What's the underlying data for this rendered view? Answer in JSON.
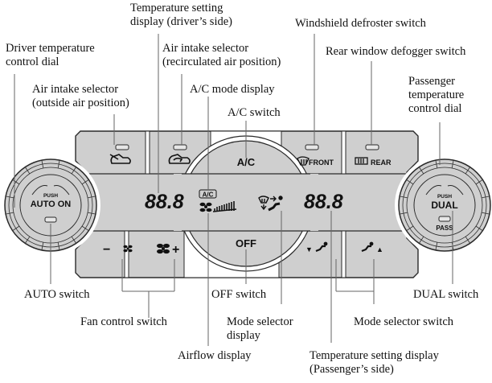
{
  "diagram": {
    "title": "Climate control panel",
    "colors": {
      "panel": "#cfcfcf",
      "outline": "#2a2a2a",
      "leader": "#666666",
      "background": "#ffffff"
    },
    "labels": {
      "temp_driver_display": [
        "Temperature setting",
        "display (driver’s side)"
      ],
      "driver_dial": [
        "Driver temperature",
        "control dial"
      ],
      "recirc_selector": [
        "Air intake selector",
        "(recirculated air position)"
      ],
      "outside_selector": [
        "Air intake selector",
        "(outside air position)"
      ],
      "ac_mode_display": "A/C mode display",
      "ac_switch": "A/C switch",
      "windshield_defroster": "Windshield defroster switch",
      "rear_defogger": "Rear window defogger switch",
      "passenger_dial": [
        "Passenger",
        "temperature",
        "control dial"
      ],
      "auto_switch": "AUTO switch",
      "fan_control": "Fan control switch",
      "off_switch": "OFF switch",
      "mode_selector_display": [
        "Mode selector",
        "display"
      ],
      "mode_selector_switch": "Mode selector switch",
      "dual_switch": "DUAL switch",
      "airflow_display": "Airflow display",
      "temp_passenger_display": [
        "Temperature setting display",
        "(Passenger’s side)"
      ]
    },
    "panel": {
      "left_dial": {
        "push": "PUSH",
        "main": "AUTO ON"
      },
      "right_dial": {
        "push": "PUSH",
        "main": "DUAL",
        "sub": "PASS"
      },
      "ac_button": "A/C",
      "off_button": "OFF",
      "front_button": "FRONT",
      "rear_button": "REAR",
      "driver_temp": "88.8",
      "passenger_temp": "88.8",
      "ac_indicator": "A/C",
      "fan_minus": "−",
      "fan_plus": "+",
      "mode_down": "▼",
      "mode_up": "▲"
    }
  }
}
